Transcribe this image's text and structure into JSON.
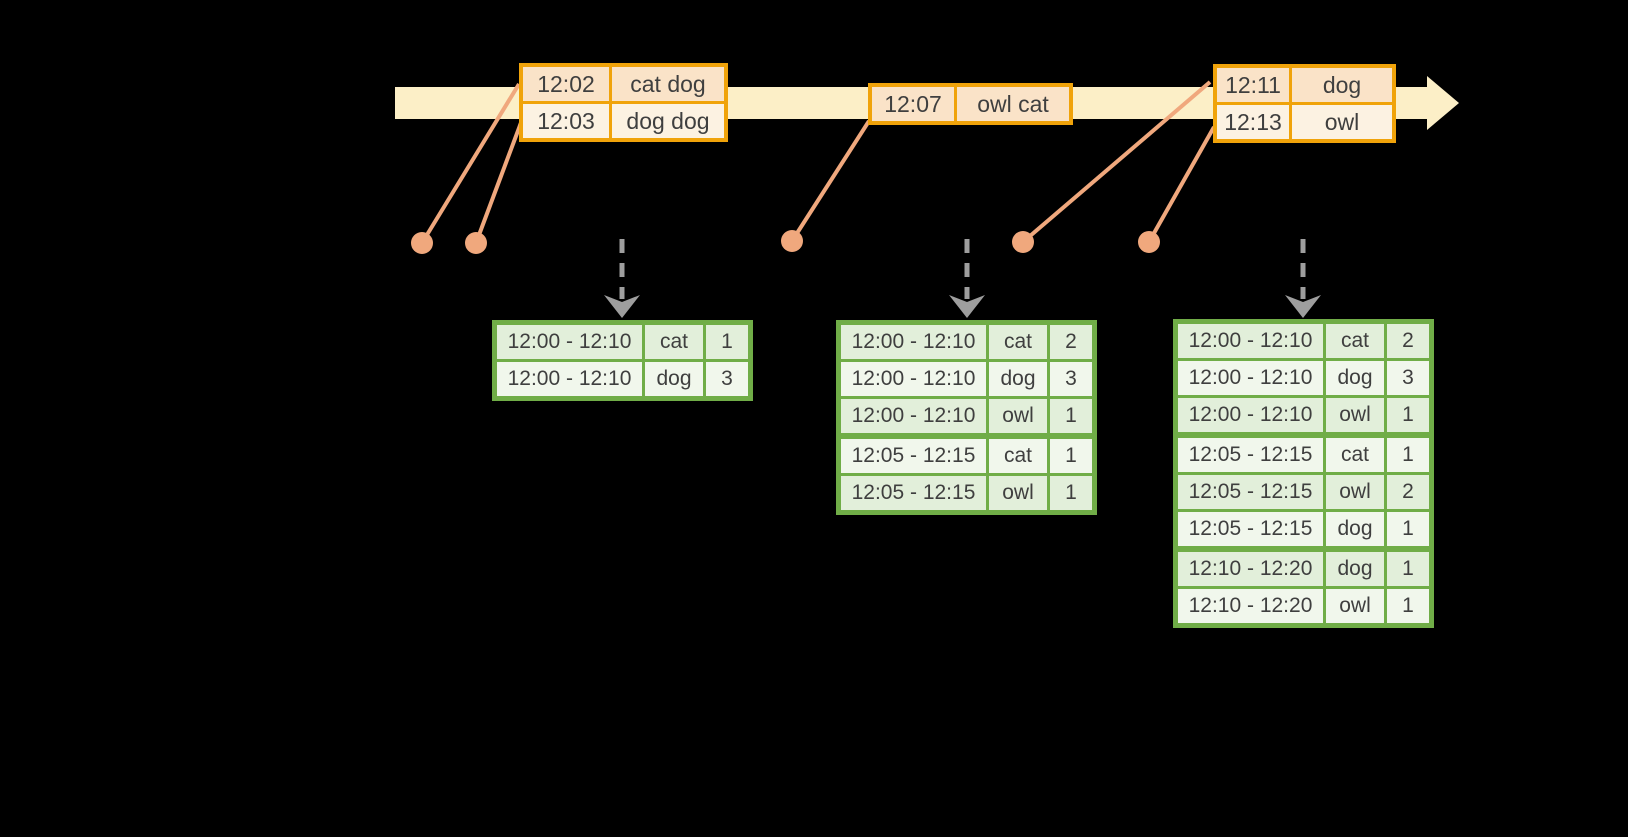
{
  "colors": {
    "background": "#000000",
    "timeline_bar": "#fcefc7",
    "event_table_border": "#f0a30a",
    "event_row_dark": "#fae3c8",
    "event_row_light": "#fcf2e2",
    "event_dot": "#f0a87d",
    "trigger_arrow": "#9e9e9e",
    "result_table_border": "#70ad47",
    "result_row_dark": "#e2efda",
    "result_row_light": "#f1f7ec",
    "text": "#3f3f3f"
  },
  "event_tables": [
    {
      "rows": [
        {
          "time": "12:02",
          "words": "cat dog"
        },
        {
          "time": "12:03",
          "words": "dog dog"
        }
      ]
    },
    {
      "rows": [
        {
          "time": "12:07",
          "words": "owl cat"
        }
      ]
    },
    {
      "rows": [
        {
          "time": "12:11",
          "words": "dog"
        },
        {
          "time": "12:13",
          "words": "owl"
        }
      ]
    }
  ],
  "result_tables": [
    {
      "rows": [
        {
          "window": "12:00 - 12:10",
          "word": "cat",
          "count": 1
        },
        {
          "window": "12:00 - 12:10",
          "word": "dog",
          "count": 3
        }
      ]
    },
    {
      "rows": [
        {
          "window": "12:00 - 12:10",
          "word": "cat",
          "count": 2
        },
        {
          "window": "12:00 - 12:10",
          "word": "dog",
          "count": 3
        },
        {
          "window": "12:00 - 12:10",
          "word": "owl",
          "count": 1
        },
        {
          "window": "12:05 - 12:15",
          "word": "cat",
          "count": 1
        },
        {
          "window": "12:05 - 12:15",
          "word": "owl",
          "count": 1
        }
      ]
    },
    {
      "rows": [
        {
          "window": "12:00 - 12:10",
          "word": "cat",
          "count": 2
        },
        {
          "window": "12:00 - 12:10",
          "word": "dog",
          "count": 3
        },
        {
          "window": "12:00 - 12:10",
          "word": "owl",
          "count": 1
        },
        {
          "window": "12:05 - 12:15",
          "word": "cat",
          "count": 1
        },
        {
          "window": "12:05 - 12:15",
          "word": "owl",
          "count": 2
        },
        {
          "window": "12:05 - 12:15",
          "word": "dog",
          "count": 1
        },
        {
          "window": "12:10 - 12:20",
          "word": "dog",
          "count": 1
        },
        {
          "window": "12:10 - 12:20",
          "word": "owl",
          "count": 1
        }
      ]
    }
  ]
}
